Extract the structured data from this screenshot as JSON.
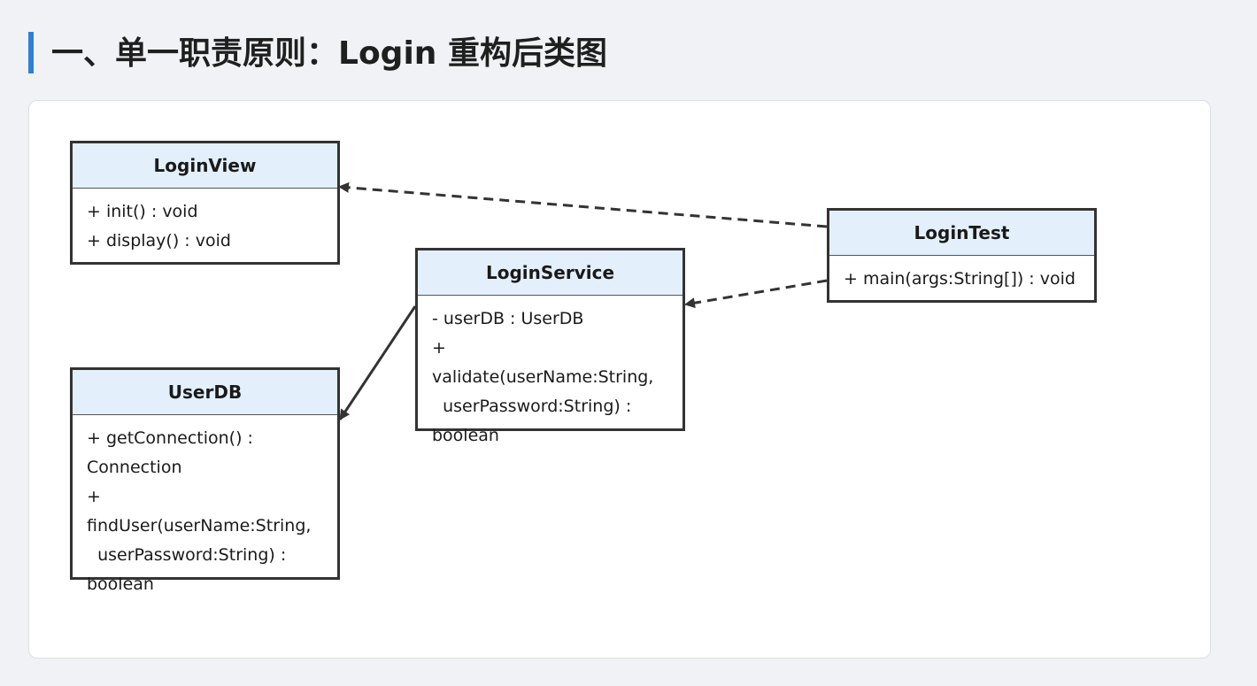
{
  "page": {
    "title": "一、单一职责原则：Login 重构后类图"
  },
  "classes": {
    "login_view": {
      "name": "LoginView",
      "members": [
        "+ init() : void",
        "+ display() : void"
      ]
    },
    "login_service": {
      "name": "LoginService",
      "members": [
        "- userDB : UserDB",
        "+ validate(userName:String,\n  userPassword:String) :\nboolean"
      ]
    },
    "user_db": {
      "name": "UserDB",
      "members": [
        "+ getConnection() :\nConnection",
        "+ findUser(userName:String,\n  userPassword:String) :\nboolean"
      ]
    },
    "login_test": {
      "name": "LoginTest",
      "members": [
        "+ main(args:String[]) : void"
      ]
    }
  },
  "relationships": [
    {
      "from": "LoginTest",
      "to": "LoginView",
      "kind": "dependency"
    },
    {
      "from": "LoginTest",
      "to": "LoginService",
      "kind": "dependency"
    },
    {
      "from": "LoginService",
      "to": "UserDB",
      "kind": "association"
    }
  ],
  "colors": {
    "accent": "#2f7fd8",
    "class_header": "#e3f0fc",
    "line": "#333333"
  }
}
